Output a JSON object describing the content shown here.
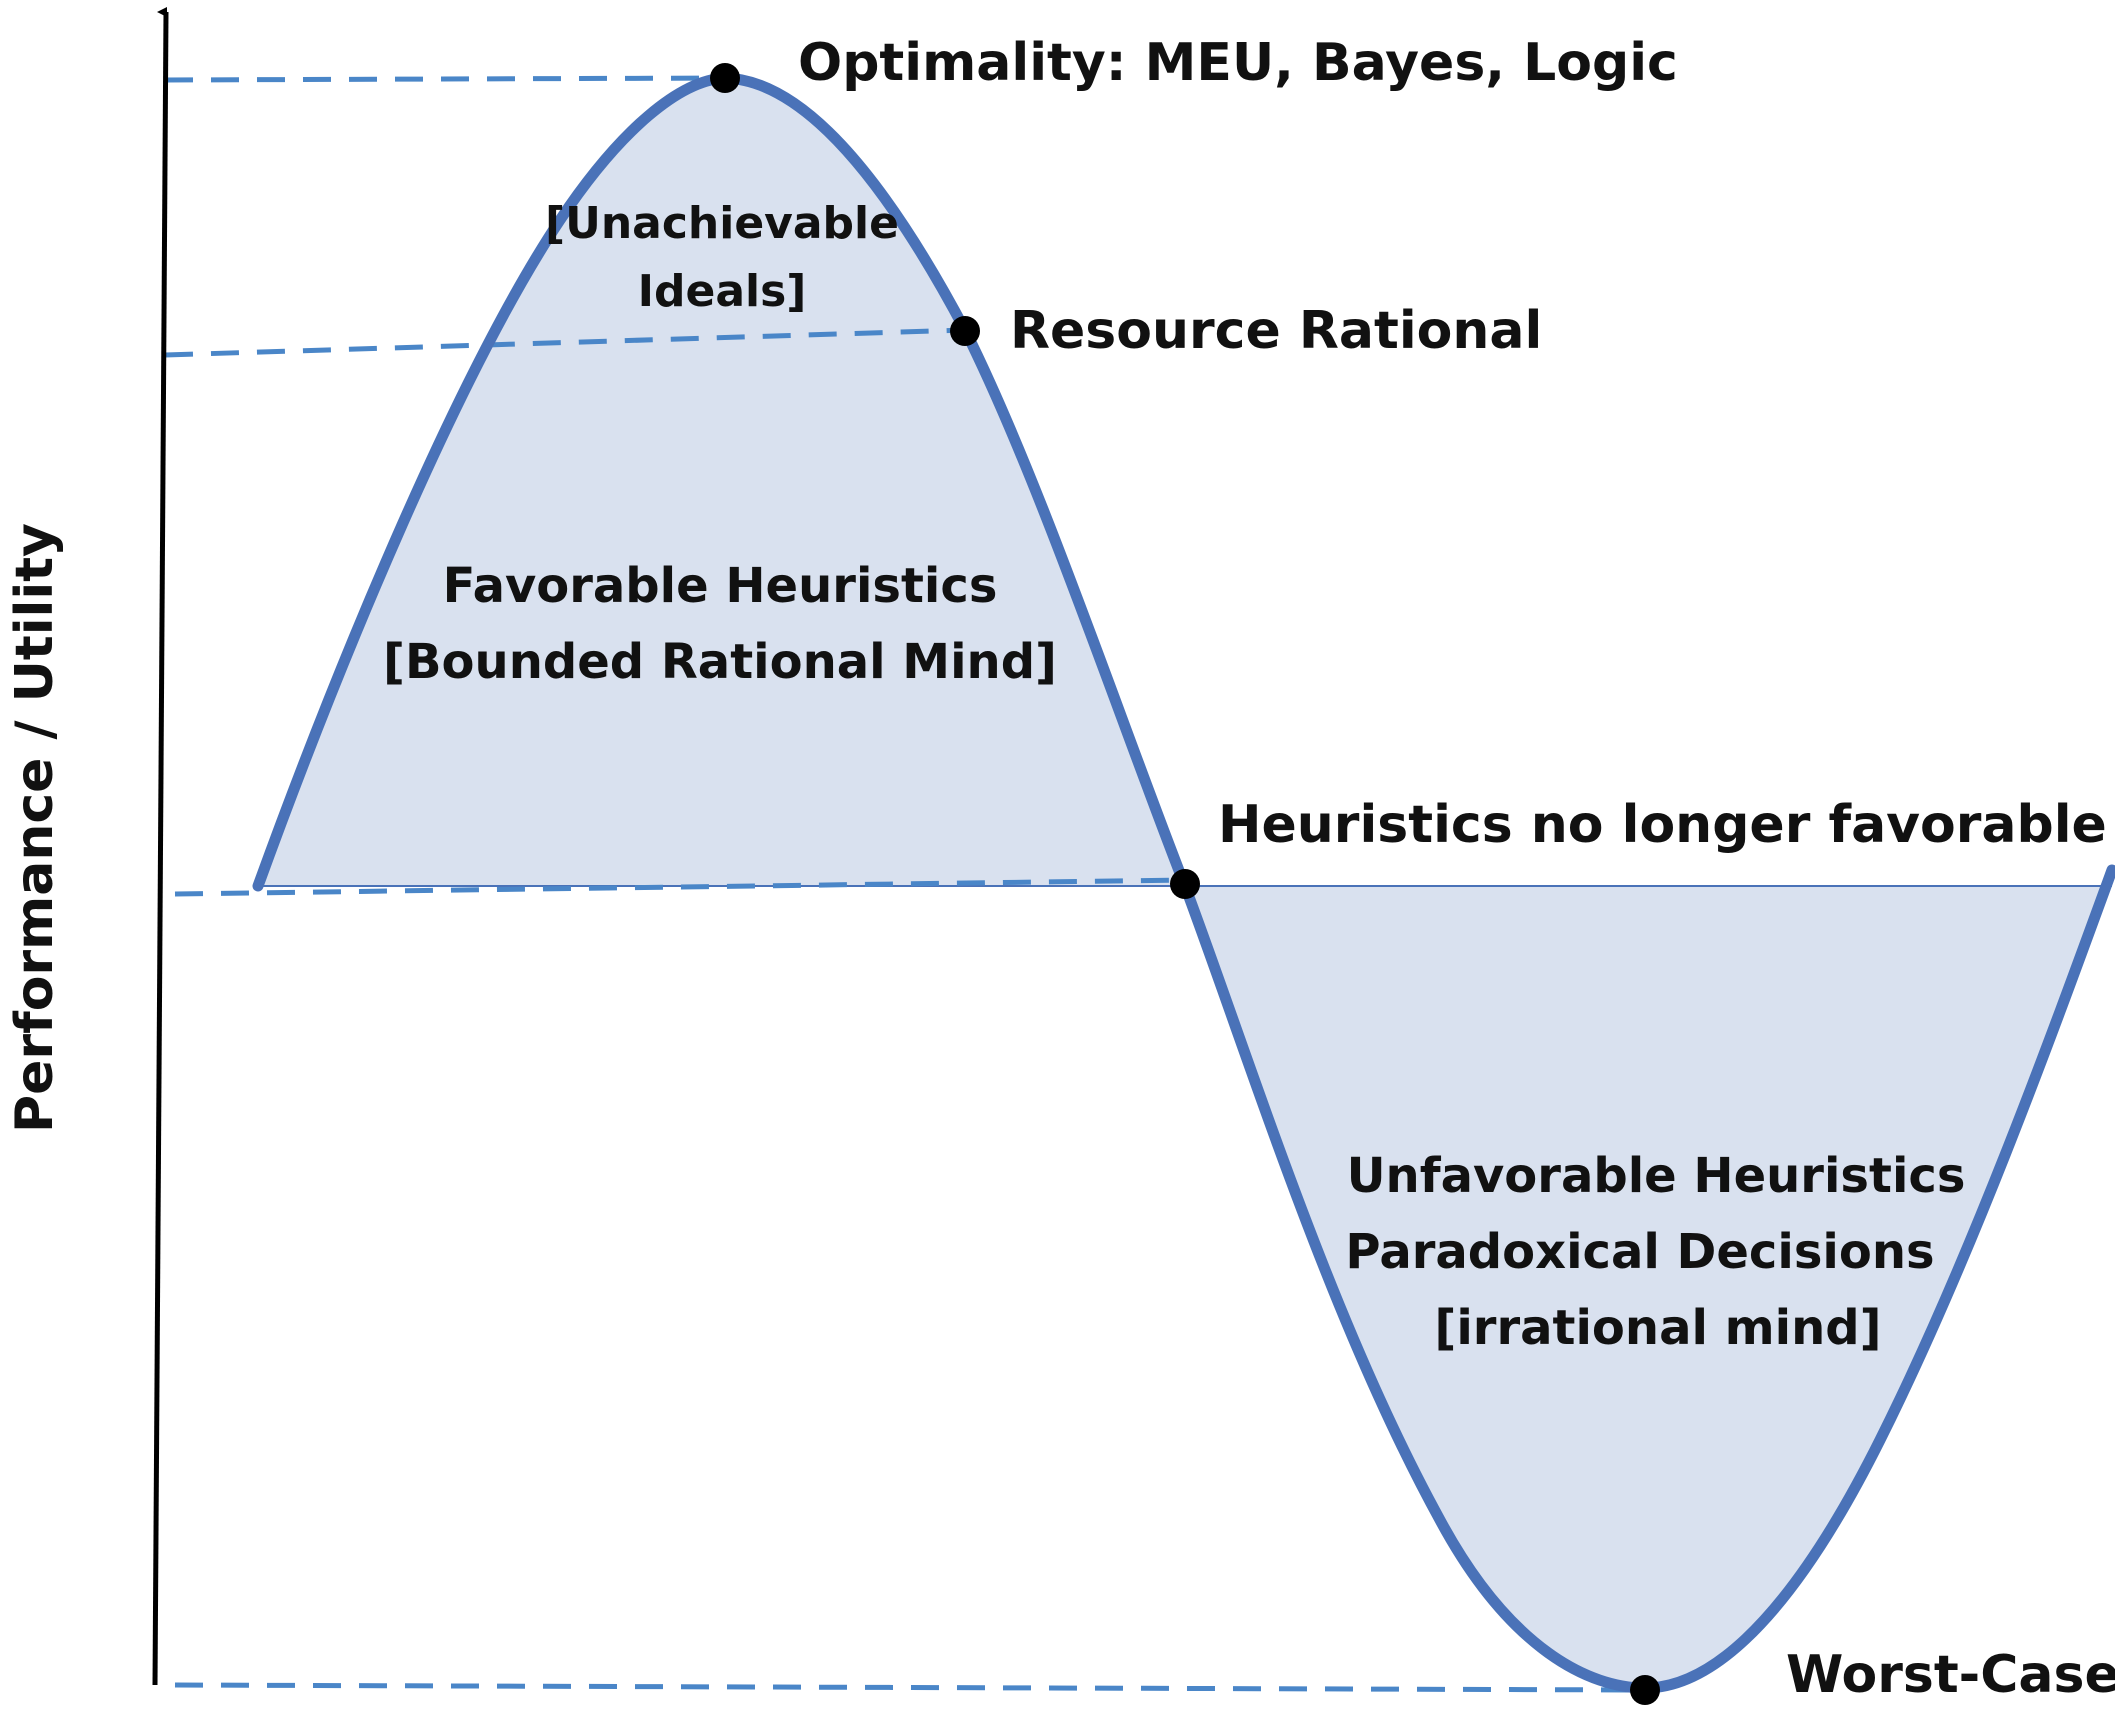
{
  "axis": {
    "y_label": "Performance / Utility"
  },
  "points": {
    "optimality": "Optimality: MEU, Bayes, Logic",
    "resource_rational": "Resource Rational",
    "no_longer_favorable": "Heuristics no longer favorable",
    "worst_case": "Worst-Case"
  },
  "regions": {
    "unachievable": [
      "[Unachievable",
      "Ideals]"
    ],
    "favorable": [
      "Favorable Heuristics",
      "[Bounded Rational Mind]"
    ],
    "unfavorable": [
      "Unfavorable Heuristics",
      "Paradoxical Decisions",
      "[irrational mind]"
    ]
  },
  "colors": {
    "curve": "#4a72b8",
    "fill": "#d9e1ef",
    "dash": "#4a86c8",
    "axis": "#000000",
    "point": "#000000"
  }
}
